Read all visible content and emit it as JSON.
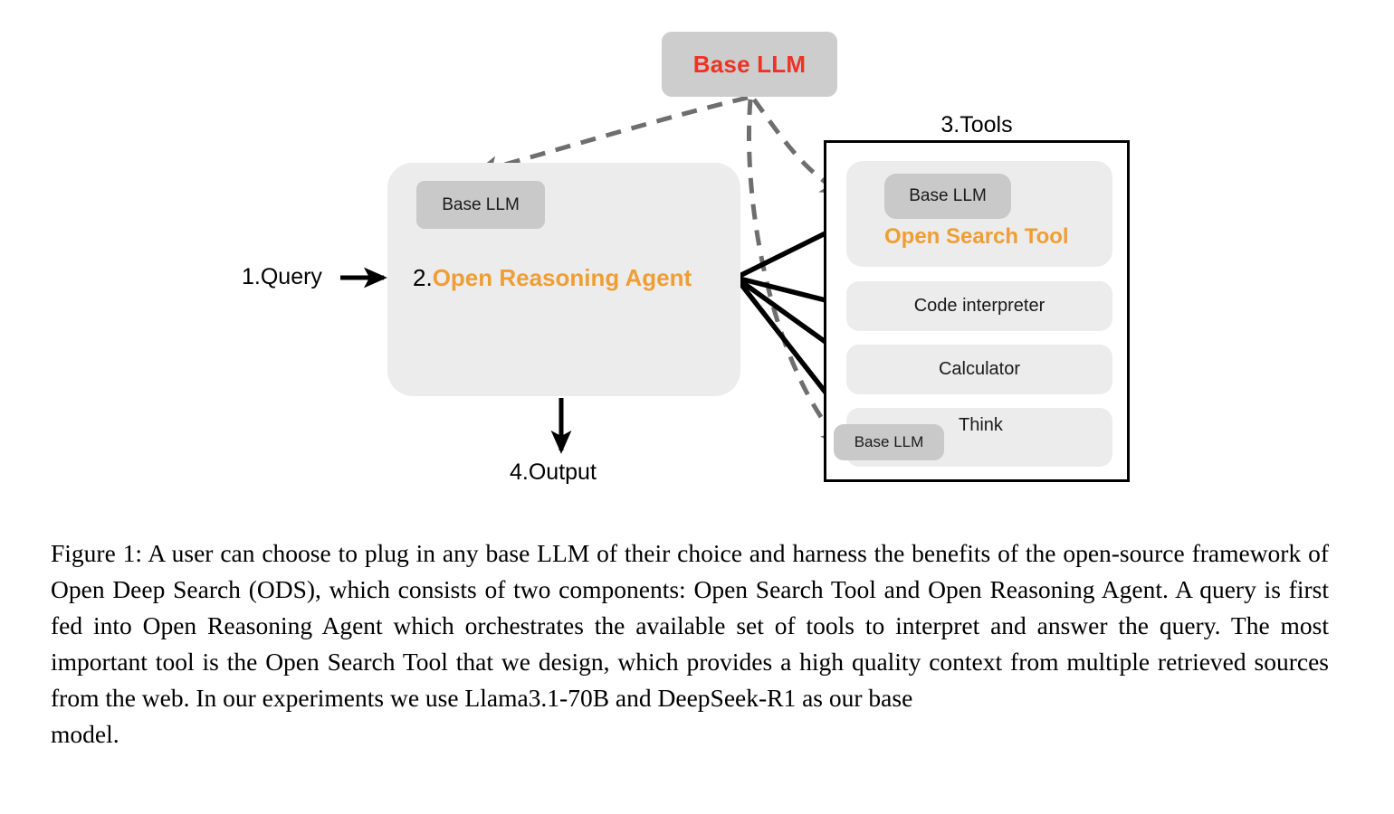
{
  "figure": {
    "base_llm_top": {
      "label": "Base LLM",
      "color": "#ee3224"
    },
    "query": {
      "label": "1.Query"
    },
    "agent": {
      "chip_label": "Base LLM",
      "step_number": "2.",
      "title": "Open Reasoning Agent",
      "accent_color": "#ef9e34",
      "background": "#ececec"
    },
    "output": {
      "label": "4.Output"
    },
    "tools": {
      "title": "3.Tools",
      "border_color": "#000000",
      "cards": [
        {
          "name": "open-search-tool",
          "chip_label": "Base LLM",
          "label": "Open Search Tool",
          "accent_color": "#ef9e34"
        },
        {
          "name": "code-interpreter",
          "label": "Code interpreter"
        },
        {
          "name": "calculator",
          "label": "Calculator"
        },
        {
          "name": "think",
          "chip_label": "Base LLM",
          "label": "Think"
        }
      ]
    },
    "arrows": {
      "dashed_color": "#6e6e6e",
      "solid_color": "#000000"
    }
  },
  "caption": {
    "text": "Figure 1: A user can choose to plug in any base LLM of their choice and harness the benefits of the open-source framework of Open Deep Search (ODS), which consists of two components: Open Search Tool and Open Reasoning Agent. A query is first fed into Open Reasoning Agent which orchestrates the available set of tools to interpret and answer the query. The most important tool is the Open Search Tool that we design, which provides a high quality context from multiple retrieved sources from the web. In our experiments we use Llama3.1-70B and DeepSeek-R1 as our base",
    "last_line": "model."
  }
}
